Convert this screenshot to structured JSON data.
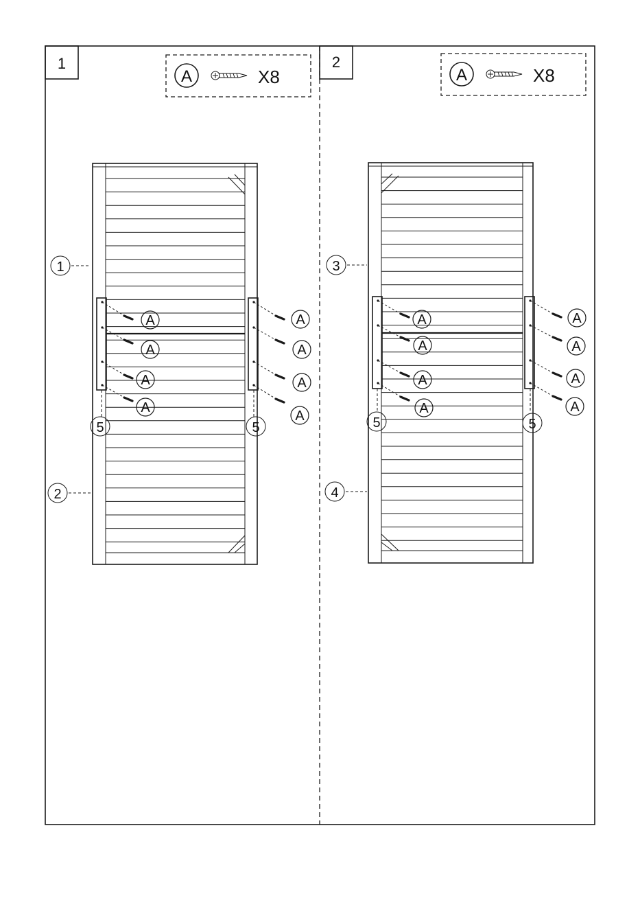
{
  "steps": [
    {
      "number": "1",
      "hardware": {
        "part": "A",
        "quantity": "X8"
      },
      "callouts": [
        "1",
        "2",
        "5",
        "5"
      ],
      "screw_label": "A"
    },
    {
      "number": "2",
      "hardware": {
        "part": "A",
        "quantity": "X8"
      },
      "callouts": [
        "3",
        "4",
        "5",
        "5"
      ],
      "screw_label": "A"
    }
  ],
  "colors": {
    "ink": "#1a1a1a",
    "paper": "#ffffff"
  },
  "icons": [
    "screw-icon"
  ]
}
